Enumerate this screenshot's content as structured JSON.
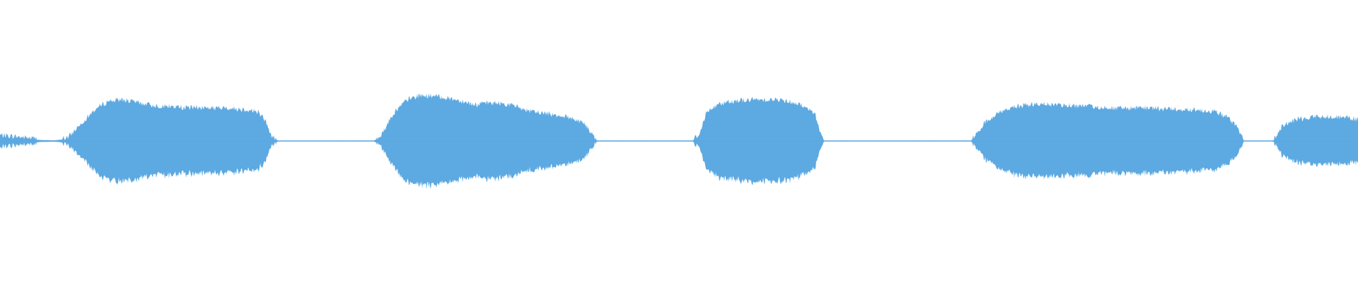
{
  "waveform": {
    "color": "#5DA9E1",
    "background": "#FFFFFF",
    "envelope_points": [
      [
        0.0,
        0.07
      ],
      [
        0.01,
        0.05
      ],
      [
        0.02,
        0.03
      ],
      [
        0.03,
        0.015
      ],
      [
        0.04,
        0.01
      ],
      [
        0.05,
        0.03
      ],
      [
        0.06,
        0.25
      ],
      [
        0.07,
        0.45
      ],
      [
        0.08,
        0.58
      ],
      [
        0.09,
        0.6
      ],
      [
        0.1,
        0.56
      ],
      [
        0.11,
        0.52
      ],
      [
        0.12,
        0.5
      ],
      [
        0.13,
        0.49
      ],
      [
        0.14,
        0.48
      ],
      [
        0.15,
        0.48
      ],
      [
        0.16,
        0.47
      ],
      [
        0.17,
        0.47
      ],
      [
        0.18,
        0.45
      ],
      [
        0.19,
        0.42
      ],
      [
        0.195,
        0.3
      ],
      [
        0.2,
        0.05
      ],
      [
        0.205,
        0.005
      ],
      [
        0.275,
        0.005
      ],
      [
        0.28,
        0.05
      ],
      [
        0.29,
        0.4
      ],
      [
        0.3,
        0.6
      ],
      [
        0.31,
        0.66
      ],
      [
        0.32,
        0.65
      ],
      [
        0.33,
        0.62
      ],
      [
        0.34,
        0.58
      ],
      [
        0.35,
        0.52
      ],
      [
        0.36,
        0.55
      ],
      [
        0.37,
        0.54
      ],
      [
        0.38,
        0.5
      ],
      [
        0.39,
        0.42
      ],
      [
        0.4,
        0.4
      ],
      [
        0.41,
        0.37
      ],
      [
        0.42,
        0.33
      ],
      [
        0.43,
        0.25
      ],
      [
        0.437,
        0.05
      ],
      [
        0.44,
        0.005
      ],
      [
        0.51,
        0.005
      ],
      [
        0.515,
        0.08
      ],
      [
        0.52,
        0.4
      ],
      [
        0.53,
        0.54
      ],
      [
        0.54,
        0.58
      ],
      [
        0.55,
        0.59
      ],
      [
        0.56,
        0.6
      ],
      [
        0.57,
        0.6
      ],
      [
        0.58,
        0.58
      ],
      [
        0.59,
        0.52
      ],
      [
        0.6,
        0.4
      ],
      [
        0.605,
        0.05
      ],
      [
        0.607,
        0.005
      ],
      [
        0.715,
        0.005
      ],
      [
        0.72,
        0.1
      ],
      [
        0.725,
        0.25
      ],
      [
        0.735,
        0.4
      ],
      [
        0.745,
        0.48
      ],
      [
        0.76,
        0.53
      ],
      [
        0.78,
        0.52
      ],
      [
        0.8,
        0.5
      ],
      [
        0.82,
        0.47
      ],
      [
        0.84,
        0.47
      ],
      [
        0.86,
        0.46
      ],
      [
        0.88,
        0.45
      ],
      [
        0.895,
        0.42
      ],
      [
        0.905,
        0.32
      ],
      [
        0.912,
        0.15
      ],
      [
        0.916,
        0.005
      ],
      [
        0.937,
        0.005
      ],
      [
        0.94,
        0.06
      ],
      [
        0.945,
        0.22
      ],
      [
        0.955,
        0.3
      ],
      [
        0.965,
        0.33
      ],
      [
        0.975,
        0.35
      ],
      [
        0.985,
        0.34
      ],
      [
        0.995,
        0.32
      ],
      [
        1.0,
        0.3
      ]
    ]
  }
}
